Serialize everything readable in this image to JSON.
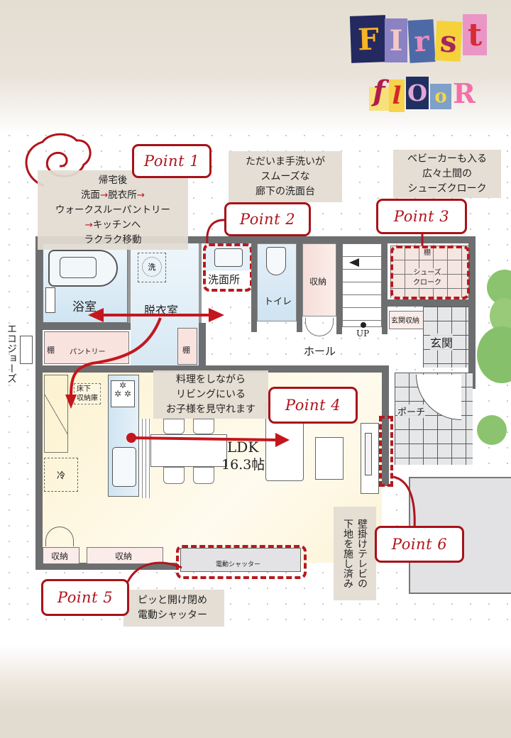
{
  "title": {
    "line1": [
      "F",
      "I",
      "r",
      "s",
      "t"
    ],
    "line2": [
      "f",
      "l",
      "O",
      "o",
      "R"
    ],
    "text": "First floor"
  },
  "points": [
    {
      "id": 1,
      "label": "Point 1",
      "note": [
        "帰宅後",
        "洗面→脱衣所→",
        "ウォークスルーパントリー",
        "→キッチンへ",
        "ラクラク移動"
      ]
    },
    {
      "id": 2,
      "label": "Point 2",
      "note": [
        "ただいま手洗いが",
        "スムーズな",
        "廊下の洗面台"
      ]
    },
    {
      "id": 3,
      "label": "Point 3",
      "note": [
        "ベビーカーも入る",
        "広々土間の",
        "シューズクローク"
      ]
    },
    {
      "id": 4,
      "label": "Point 4",
      "note": [
        "料理をしながら",
        "リビングにいる",
        "お子様を見守れます"
      ]
    },
    {
      "id": 5,
      "label": "Point 5",
      "note": [
        "ピッと開け閉め",
        "電動シャッター"
      ]
    },
    {
      "id": 6,
      "label": "Point 6",
      "note": [
        "壁掛けテレビの",
        "下地を施し済み"
      ]
    }
  ],
  "note1": {
    "l1": "帰宅後",
    "l2a": "洗面",
    "l2b": "→",
    "l2c": "脱衣所",
    "l2d": "→",
    "l3": "ウォークスルーパントリー",
    "l4a": "→",
    "l4b": "キッチンへ",
    "l5": "ラクラク移動"
  },
  "rooms": {
    "bath": "浴室",
    "washer": "洗",
    "dressing": "脱衣室",
    "washroom": "洗面所",
    "toilet": "トイレ",
    "storage_hall": "収納",
    "hall": "ホール",
    "stairs_up": "UP",
    "shoe_cloak_shelf": "棚",
    "shoe_cloak": [
      "シューズ",
      "クローク"
    ],
    "entrance_storage": "玄関収納",
    "entrance": "玄関",
    "pantry_shelf_left": "棚",
    "pantry": "パントリー",
    "pantry_shelf_right": "棚",
    "underfloor": [
      "床下",
      "収納庫"
    ],
    "fridge": "冷",
    "ldk": "LDK",
    "ldk_size": "16.3帖",
    "porch": "ポーチ",
    "storage_bottom_1": "収納",
    "storage_bottom_2": "収納",
    "shutter": "電動シャッター",
    "ecojoze": "エコジョーズ"
  },
  "colors": {
    "accent_red": "#b0141c",
    "wall": "#6d6e70",
    "note_bg": "#e2dcd2",
    "ldk_fill": "#fdf3d4",
    "bath_fill": "#dcebf5",
    "pantry_fill": "#f8e3df",
    "tree": "#8cc36e"
  }
}
